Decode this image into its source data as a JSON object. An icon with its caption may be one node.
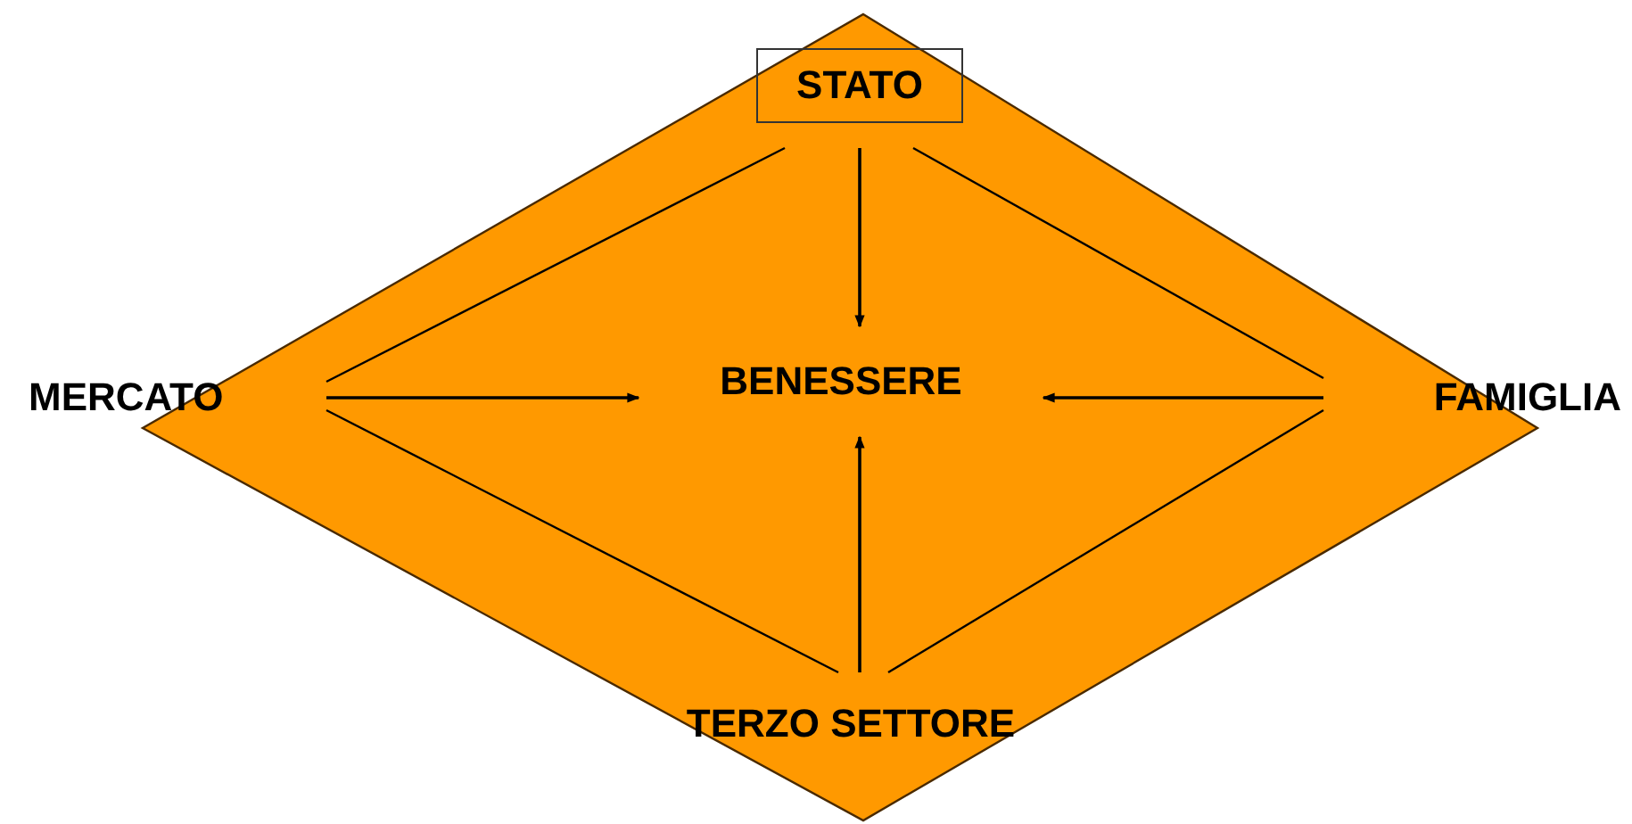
{
  "diagram": {
    "nodes": [
      {
        "text": [
          "STATO"
        ]
      },
      {
        "text": [
          "MERCATO"
        ]
      },
      {
        "text": [
          "BENESSERE"
        ]
      },
      {
        "text": [
          "FAMIGLIA"
        ]
      },
      {
        "text": [
          "TERZO SETTORE"
        ]
      }
    ],
    "edges": [
      {
        "from": 0,
        "to": 2,
        "arrow": "to"
      },
      {
        "from": 1,
        "to": 2,
        "arrow": "to"
      },
      {
        "from": 3,
        "to": 2,
        "arrow": "to"
      },
      {
        "from": 4,
        "to": 2,
        "arrow": "to"
      },
      {
        "from": 0,
        "to": 1,
        "arrow": "none"
      },
      {
        "from": 0,
        "to": 3,
        "arrow": "none"
      },
      {
        "from": 1,
        "to": 4,
        "arrow": "none"
      },
      {
        "from": 3,
        "to": 4,
        "arrow": "none"
      }
    ]
  }
}
